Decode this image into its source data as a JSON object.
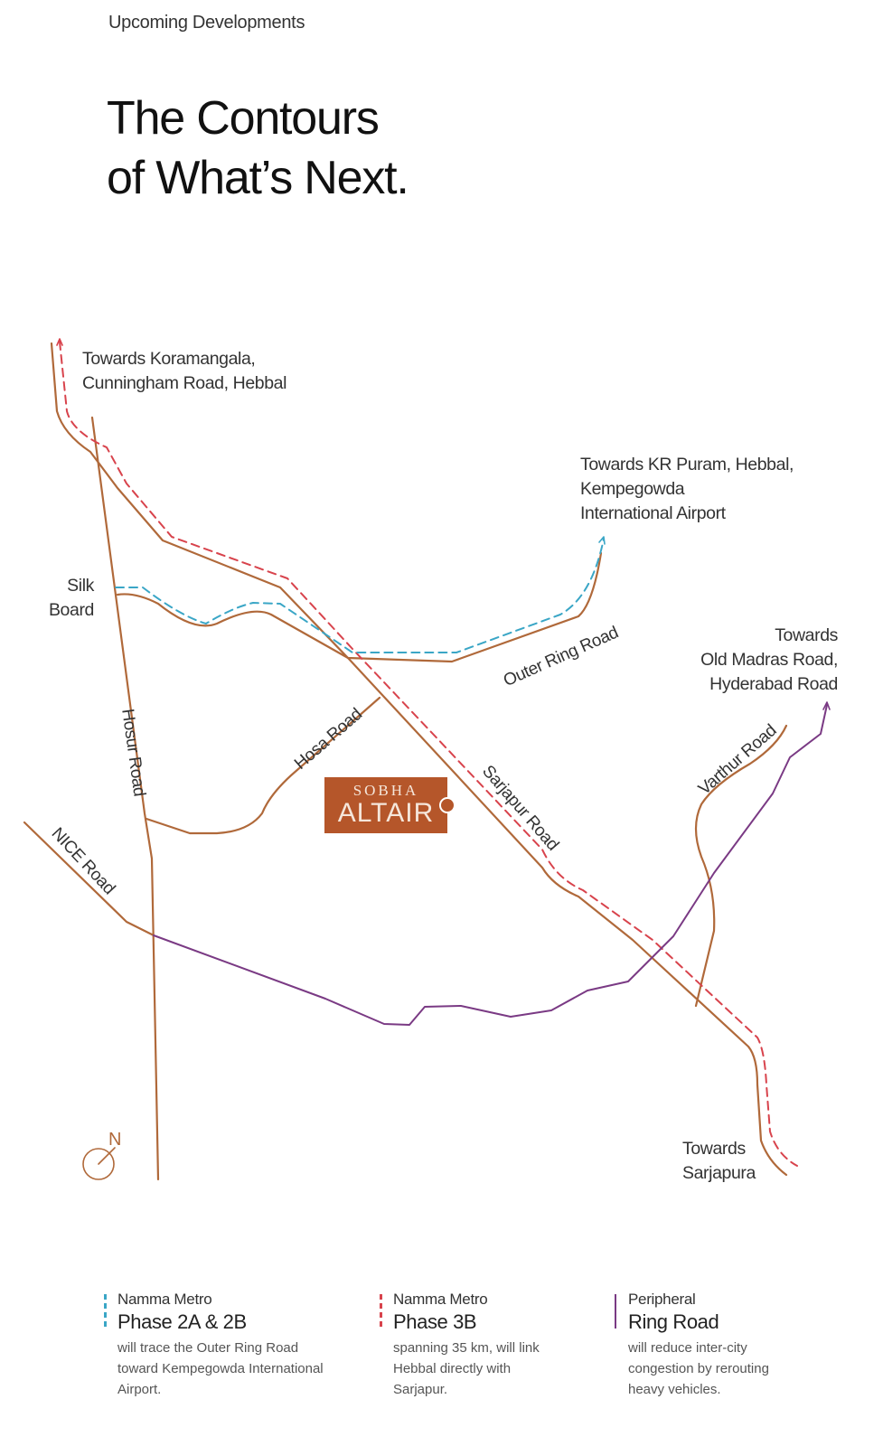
{
  "header": {
    "eyebrow": "Upcoming Developments",
    "title_line1": "The Contours",
    "title_line2": "of What’s Next."
  },
  "map": {
    "labels": {
      "koramangala_1": "Towards Koramangala,",
      "koramangala_2": "Cunningham Road, Hebbal",
      "krpuram_1": "Towards KR Puram, Hebbal,",
      "krpuram_2": "Kempegowda",
      "krpuram_3": "International Airport",
      "oldmadras_1": "Towards",
      "oldmadras_2": "Old Madras Road,",
      "oldmadras_3": "Hyderabad Road",
      "silkboard_1": "Silk",
      "silkboard_2": "Board",
      "sarjapura_1": "Towards",
      "sarjapura_2": "Sarjapura",
      "hosur_road": "Hosur Road",
      "hosa_road": "Hosa Road",
      "outer_ring_road": "Outer Ring Road",
      "sarjapur_road": "Sarjapur Road",
      "varthur_road": "Varthur Road",
      "nice_road": "NICE Road"
    },
    "compass": "N",
    "logo": {
      "brand": "SOBHA",
      "project": "ALTAIR"
    },
    "colors": {
      "road": "#b0693a",
      "metro_2a2b": "#3aa6c6",
      "metro_3b": "#d8434c",
      "peripheral": "#7a3a84",
      "logo": "#b5562a"
    }
  },
  "legend": [
    {
      "kicker": "Namma Metro",
      "heading": "Phase 2A & 2B",
      "desc": "will trace the Outer Ring Road toward Kempegowda International Airport."
    },
    {
      "kicker": "Namma Metro",
      "heading": "Phase 3B",
      "desc": "spanning 35 km, will link Hebbal directly with Sarjapur."
    },
    {
      "kicker": "Peripheral",
      "heading": "Ring Road",
      "desc": "will reduce inter-city congestion by rerouting heavy vehicles."
    }
  ]
}
